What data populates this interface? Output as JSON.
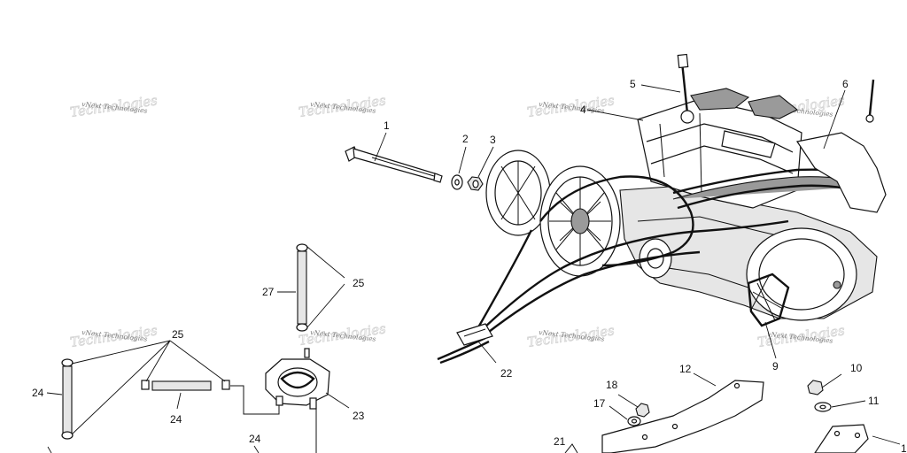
{
  "watermark": "vNext Technologies",
  "callouts": {
    "c1": "1",
    "c2": "2",
    "c3": "3",
    "c4": "4",
    "c5": "5",
    "c6": "6",
    "c9": "9",
    "c10": "10",
    "c11": "11",
    "c12": "12",
    "c17": "17",
    "c18": "18",
    "c21": "21",
    "c22": "22",
    "c23": "23",
    "c24a": "24",
    "c24b": "24",
    "c24c": "24",
    "c25a": "25",
    "c25b": "25",
    "c27": "27",
    "c1b": "1"
  }
}
